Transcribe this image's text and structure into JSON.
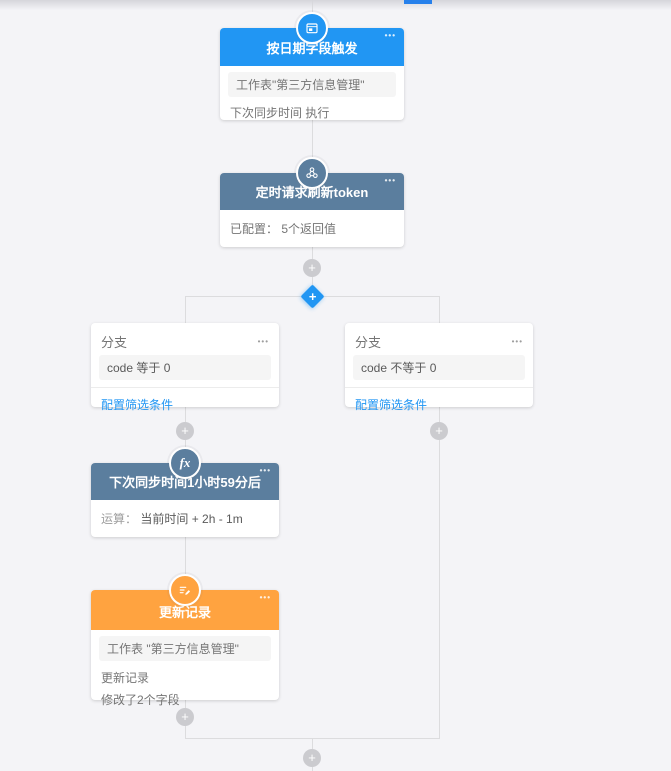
{
  "page": {
    "background": "#f4f4f7",
    "scroll_indicator_color": "#2680eb"
  },
  "colors": {
    "trigger_header": "#2196f3",
    "code_header": "#5b7e9e",
    "update_header": "#ffa340",
    "link": "#2196f3"
  },
  "icons": {
    "more": "•••",
    "plus": "+"
  },
  "nodes": {
    "trigger": {
      "title": "按日期字段触发",
      "sheet": "工作表\"第三方信息管理\"",
      "detail": "下次同步时间 执行"
    },
    "token": {
      "title": "定时请求刷新token",
      "detail": "已配置： 5个返回值"
    },
    "branches": [
      {
        "title": "分支",
        "condition": "code 等于 0",
        "link": "配置筛选条件"
      },
      {
        "title": "分支",
        "condition": "code 不等于 0",
        "link": "配置筛选条件"
      }
    ],
    "formula": {
      "title": "下次同步时间1小时59分后",
      "icon_text": "fx",
      "label": "运算：",
      "value": "当前时间 + 2h - 1m"
    },
    "update": {
      "title": "更新记录",
      "sheet": "工作表 \"第三方信息管理\"",
      "action": "更新记录",
      "detail": "修改了2个字段"
    }
  }
}
